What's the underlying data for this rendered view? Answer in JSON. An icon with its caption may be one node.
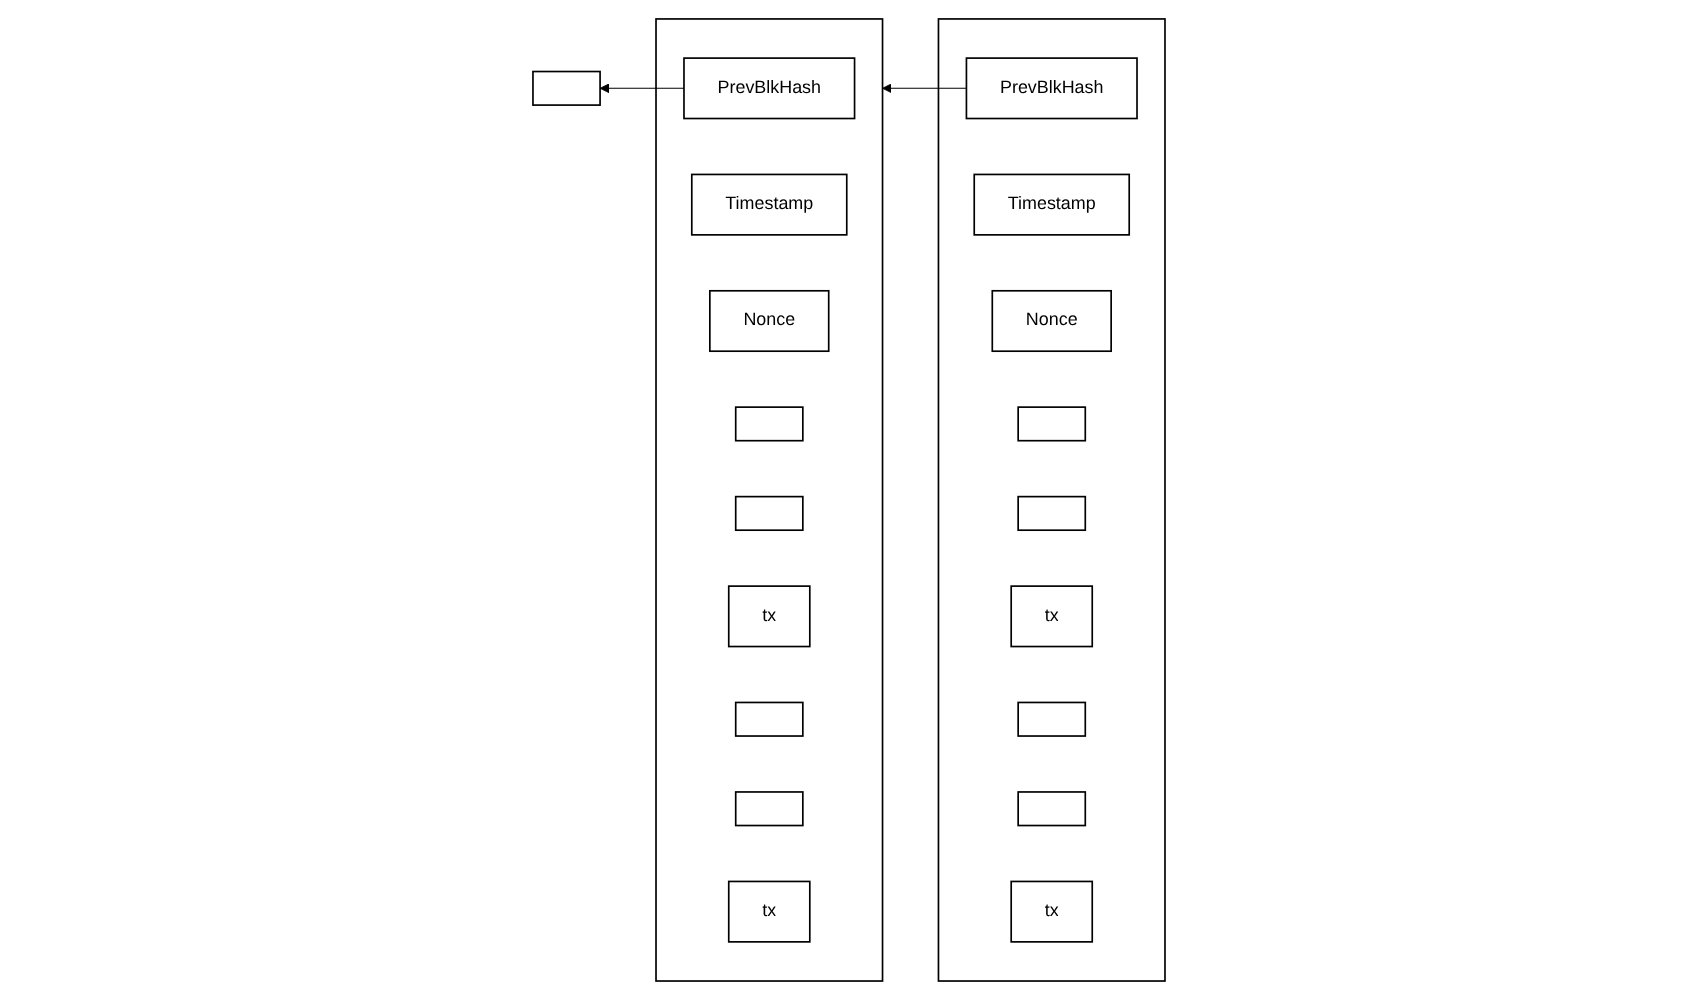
{
  "diagram": {
    "nodes": [
      {
        "text": [],
        "shape": "box"
      },
      {
        "text": [],
        "shape": "box"
      },
      {
        "text": [
          "PrevBlkHash"
        ],
        "in": 1
      },
      {
        "text": [
          "Timestamp"
        ],
        "in": 1
      },
      {
        "text": [
          "Nonce"
        ],
        "in": 1
      },
      {
        "text": [],
        "shape": "box",
        "in": 1
      },
      {
        "text": [],
        "shape": "box",
        "in": 1
      },
      {
        "text": [
          "tx"
        ],
        "in": 1
      },
      {
        "text": [],
        "shape": "box",
        "in": 1
      },
      {
        "text": [],
        "shape": "box",
        "in": 1
      },
      {
        "text": [
          "tx"
        ],
        "in": 1
      },
      {
        "text": [],
        "shape": "box"
      },
      {
        "text": [
          "PrevBlkHash"
        ],
        "in": 11
      },
      {
        "text": [
          "Timestamp"
        ],
        "in": 11
      },
      {
        "text": [
          "Nonce"
        ],
        "in": 11
      },
      {
        "text": [],
        "shape": "box",
        "in": 11
      },
      {
        "text": [],
        "shape": "box",
        "in": 11
      },
      {
        "text": [
          "tx"
        ],
        "in": 11
      },
      {
        "text": [],
        "shape": "box",
        "in": 11
      },
      {
        "text": [],
        "shape": "box",
        "in": 11
      },
      {
        "text": [
          "tx"
        ],
        "in": 11
      }
    ],
    "edges": [
      {
        "from": 2,
        "to": 0,
        "arrow": "to"
      },
      {
        "from": 12,
        "to": 1,
        "arrow": "to"
      }
    ]
  }
}
